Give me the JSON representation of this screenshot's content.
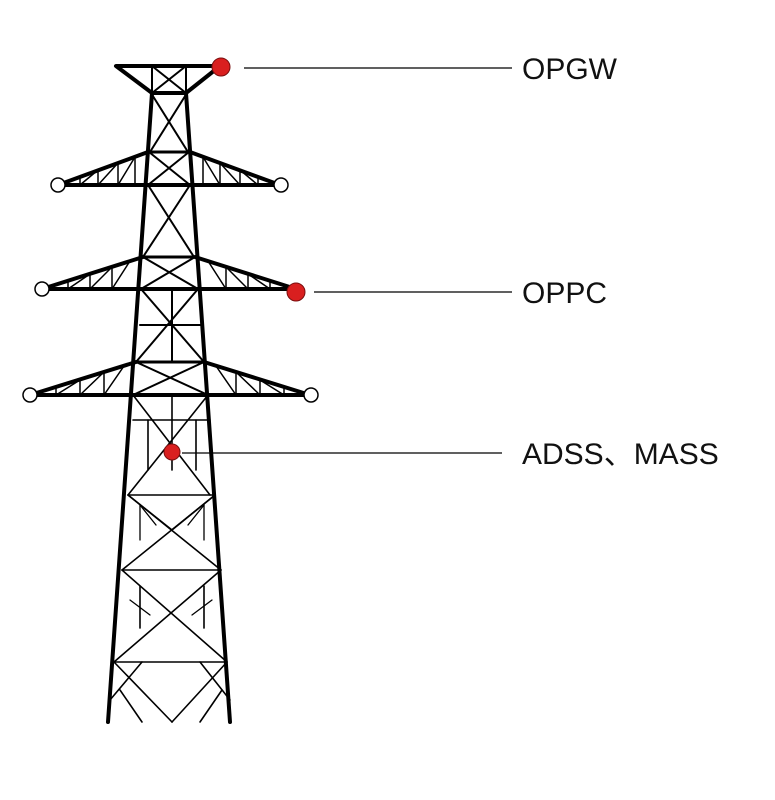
{
  "diagram": {
    "labels": {
      "opgw": "OPGW",
      "oppc": "OPPC",
      "adss": "ADSS、MASS"
    },
    "colors": {
      "marker": "#d91f1f",
      "structure": "#000000",
      "insulator_fill": "#ffffff",
      "background": "#ffffff"
    }
  }
}
